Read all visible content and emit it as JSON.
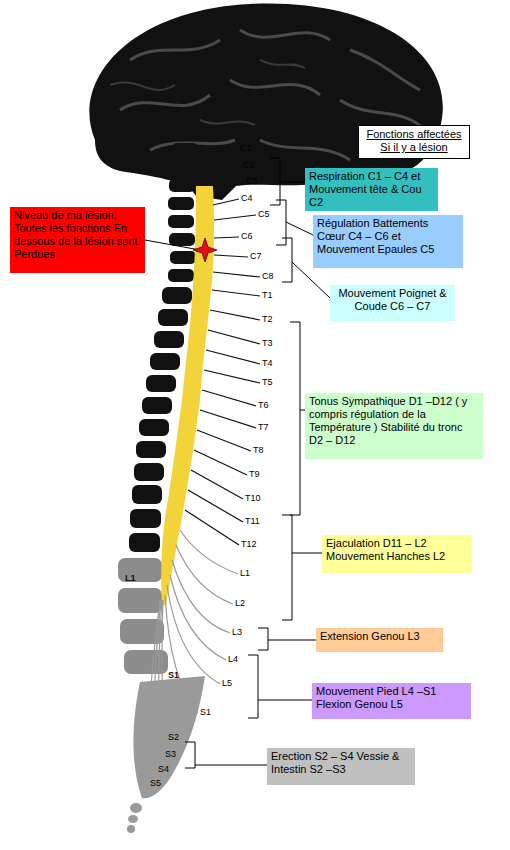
{
  "diagram": {
    "nodes": [
      {
        "text": [
          "Fonctions affectées Si il y a lésion"
        ]
      },
      {
        "text": [
          "Niveau de ma lésion, Toutes les fonctions En dessous de la lésion sont Perdues"
        ]
      },
      {
        "text": [
          "Respiration C1 – C4 et Mouvement tête & Cou C2"
        ]
      },
      {
        "text": [
          "Régulation Battements Cœur C4 – C6 et Mouvement Epaules C5"
        ]
      },
      {
        "text": [
          "Mouvement Poignet & Coude C6 – C7"
        ]
      },
      {
        "text": [
          "Tonus Sympathique D1 –D12 ( y compris régulation de la Température ) Stabilité du tronc D2 – D12"
        ]
      },
      {
        "text": [
          "Ejaculation D11 – L2 Mouvement Hanches L2"
        ]
      },
      {
        "text": [
          "Extension Genou L3"
        ]
      },
      {
        "text": [
          "Mouvement Pied L4 –S1 Flexion Genou L5"
        ]
      },
      {
        "text": [
          "Erection S2 – S4 Vessie & Intestin S2 –S3"
        ]
      }
    ],
    "labels": [
      "C1",
      "C2",
      "C3",
      "C4",
      "C5",
      "C6",
      "C7",
      "C8",
      "T1",
      "T2",
      "T3",
      "T4",
      "T5",
      "T6",
      "T7",
      "T8",
      "T9",
      "T10",
      "T11",
      "T12",
      "L1",
      "L1",
      "L2",
      "L3",
      "L4",
      "L5",
      "S1",
      "S1",
      "S2",
      "S3",
      "S4",
      "S5"
    ]
  }
}
